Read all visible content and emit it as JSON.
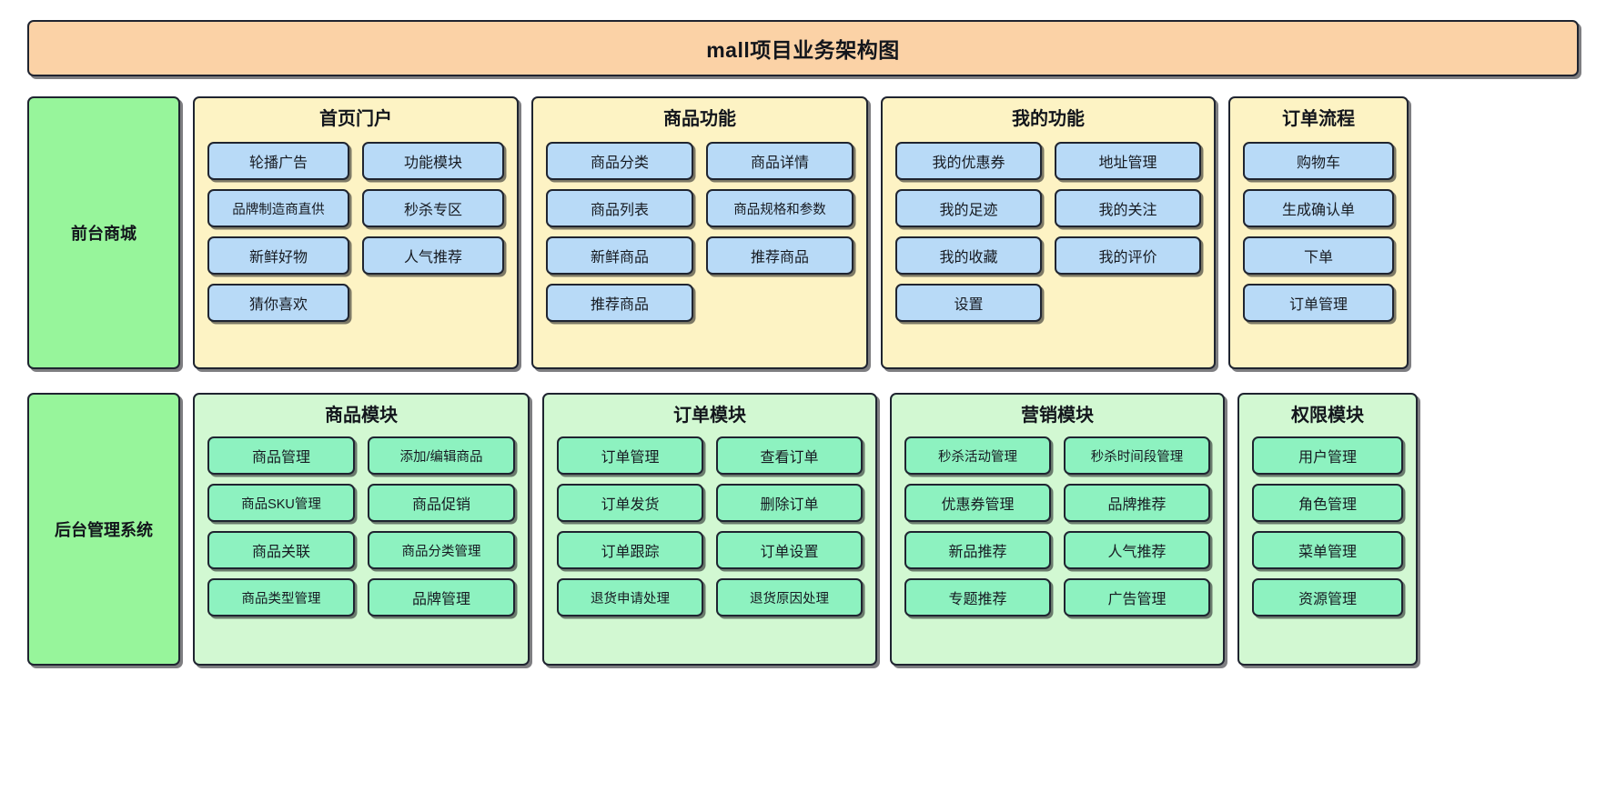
{
  "banner": {
    "title": "mall项目业务架构图"
  },
  "tiers": [
    {
      "label": "前台商城"
    },
    {
      "label": "后台管理系统"
    }
  ],
  "frontend_groups": [
    {
      "title": "首页门户",
      "columns": 2,
      "items": [
        "轮播广告",
        "功能模块",
        "品牌制造商直供",
        "秒杀专区",
        "新鲜好物",
        "人气推荐",
        "猜你喜欢"
      ]
    },
    {
      "title": "商品功能",
      "columns": 2,
      "items": [
        "商品分类",
        "商品详情",
        "商品列表",
        "商品规格和参数",
        "新鲜商品",
        "推荐商品",
        "推荐商品"
      ]
    },
    {
      "title": "我的功能",
      "columns": 2,
      "items": [
        "我的优惠券",
        "地址管理",
        "我的足迹",
        "我的关注",
        "我的收藏",
        "我的评价",
        "设置"
      ]
    },
    {
      "title": "订单流程",
      "columns": 1,
      "items": [
        "购物车",
        "生成确认单",
        "下单",
        "订单管理"
      ]
    }
  ],
  "backend_groups": [
    {
      "title": "商品模块",
      "columns": 2,
      "items": [
        "商品管理",
        "添加/编辑商品",
        "商品SKU管理",
        "商品促销",
        "商品关联",
        "商品分类管理",
        "商品类型管理",
        "品牌管理"
      ]
    },
    {
      "title": "订单模块",
      "columns": 2,
      "items": [
        "订单管理",
        "查看订单",
        "订单发货",
        "删除订单",
        "订单跟踪",
        "订单设置",
        "退货申请处理",
        "退货原因处理"
      ]
    },
    {
      "title": "营销模块",
      "columns": 2,
      "items": [
        "秒杀活动管理",
        "秒杀时间段管理",
        "优惠券管理",
        "品牌推荐",
        "新品推荐",
        "人气推荐",
        "专题推荐",
        "广告管理"
      ]
    },
    {
      "title": "权限模块",
      "columns": 1,
      "items": [
        "用户管理",
        "角色管理",
        "菜单管理",
        "资源管理"
      ]
    }
  ],
  "colors": {
    "banner_bg": "#fbd2a6",
    "tier_bg": "#97f59b",
    "frontend_panel_bg": "#fdf3c4",
    "frontend_item_bg": "#b8daf7",
    "backend_panel_bg": "#d2f8d2",
    "backend_item_bg": "#8df2c0",
    "border": "#1f2430"
  }
}
